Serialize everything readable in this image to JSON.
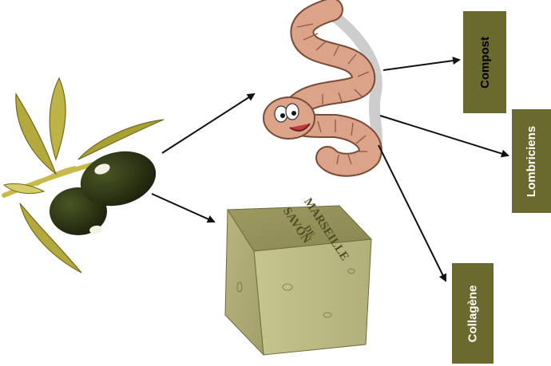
{
  "labels": {
    "compost": "Compost",
    "lombriciens": "Lombriciens",
    "collagene": "Collagène"
  },
  "soap_stamp": [
    "SAVON",
    "DE",
    "MARSEILLE"
  ],
  "colors": {
    "label_box": "#6b6a2e",
    "label_text": "#ffffff",
    "arrow": "#111111",
    "olive_fruit": "#2e3616",
    "olive_leaf": "#b3a93c",
    "worm_body": "#dba488",
    "soap": "#a7a46e"
  },
  "icons": [
    "olive-branch-icon",
    "earthworm-icon",
    "soap-cube-icon"
  ]
}
